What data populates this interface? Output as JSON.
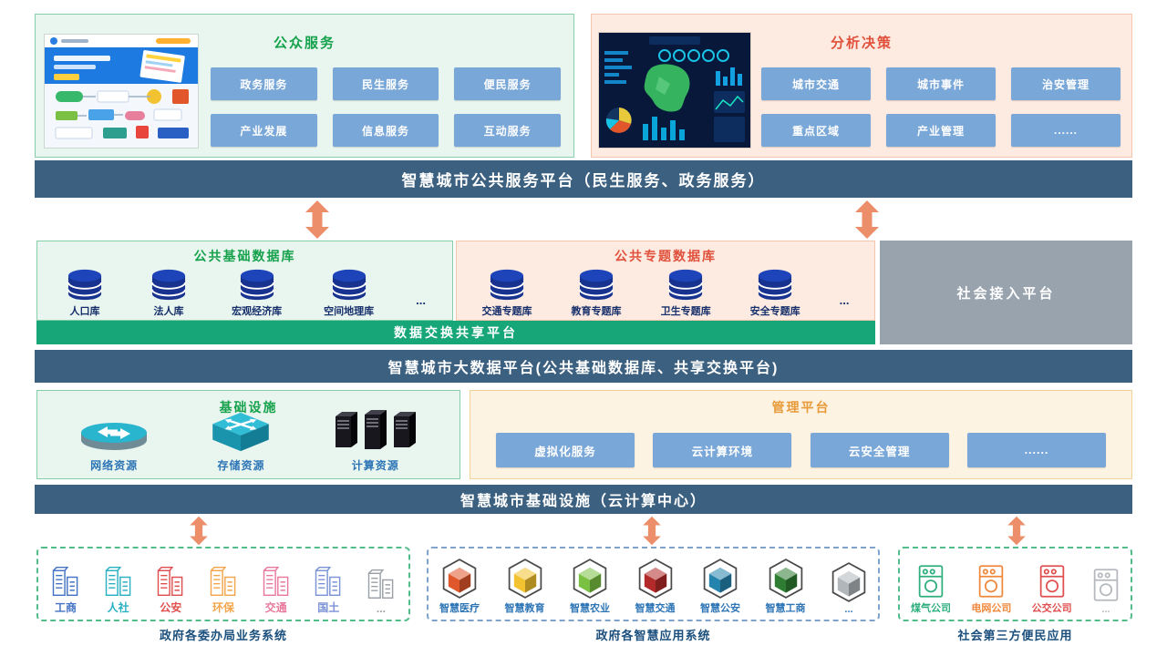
{
  "top": {
    "public_services": {
      "title": "公众服务",
      "buttons": [
        "政务服务",
        "民生服务",
        "便民服务",
        "产业发展",
        "信息服务",
        "互动服务"
      ]
    },
    "analysis": {
      "title": "分析决策",
      "buttons": [
        "城市交通",
        "城市事件",
        "治安管理",
        "重点区域",
        "产业管理",
        "......"
      ]
    }
  },
  "bands": {
    "service": "智慧城市公共服务平台（民生服务、政务服务）",
    "bigdata": "智慧城市大数据平台(公共基础数据库、共享交换平台)",
    "infra": "智慧城市基础设施（云计算中心）"
  },
  "data_layer": {
    "base": {
      "title": "公共基础数据库",
      "items": [
        "人口库",
        "法人库",
        "宏观经济库",
        "空间地理库"
      ],
      "more": "..."
    },
    "topic": {
      "title": "公共专题数据库",
      "items": [
        "交通专题库",
        "教育专题库",
        "卫生专题库",
        "安全专题库"
      ],
      "more": "..."
    },
    "exchange": "数据交换共享平台",
    "social": "社会接入平台"
  },
  "infra_layer": {
    "facility": {
      "title": "基础设施",
      "items": [
        {
          "label": "网络资源"
        },
        {
          "label": "存储资源"
        },
        {
          "label": "计算资源"
        }
      ]
    },
    "mgmt": {
      "title": "管理平台",
      "buttons": [
        "虚拟化服务",
        "云计算环境",
        "云安全管理",
        "......"
      ]
    }
  },
  "bottom": {
    "gov": {
      "caption": "政府各委办局业务系统",
      "items": [
        {
          "label": "工商",
          "color": "#4472c4"
        },
        {
          "label": "人社",
          "color": "#29b0c3"
        },
        {
          "label": "公安",
          "color": "#e04f4f"
        },
        {
          "label": "环保",
          "color": "#f2a54a"
        },
        {
          "label": "交通",
          "color": "#e8799c"
        },
        {
          "label": "国土",
          "color": "#7b93d6"
        },
        {
          "label": "...",
          "color": "#9aa0a6"
        }
      ]
    },
    "smart": {
      "caption": "政府各智慧应用系统",
      "items": [
        {
          "label": "智慧医疗",
          "color": "#e0572b"
        },
        {
          "label": "智慧教育",
          "color": "#f2c230"
        },
        {
          "label": "智慧农业",
          "color": "#7ac143"
        },
        {
          "label": "智慧交通",
          "color": "#b22a2a"
        },
        {
          "label": "智慧公安",
          "color": "#2484ae"
        },
        {
          "label": "智慧工商",
          "color": "#2e7d32"
        },
        {
          "label": "...",
          "color": "#b0b6ba"
        }
      ]
    },
    "third": {
      "caption": "社会第三方便民应用",
      "items": [
        {
          "label": "煤气公司",
          "color": "#2fae7e"
        },
        {
          "label": "电网公司",
          "color": "#f0883c"
        },
        {
          "label": "公交公司",
          "color": "#e05050"
        },
        {
          "label": "...",
          "color": "#b5b9bd"
        }
      ]
    }
  }
}
